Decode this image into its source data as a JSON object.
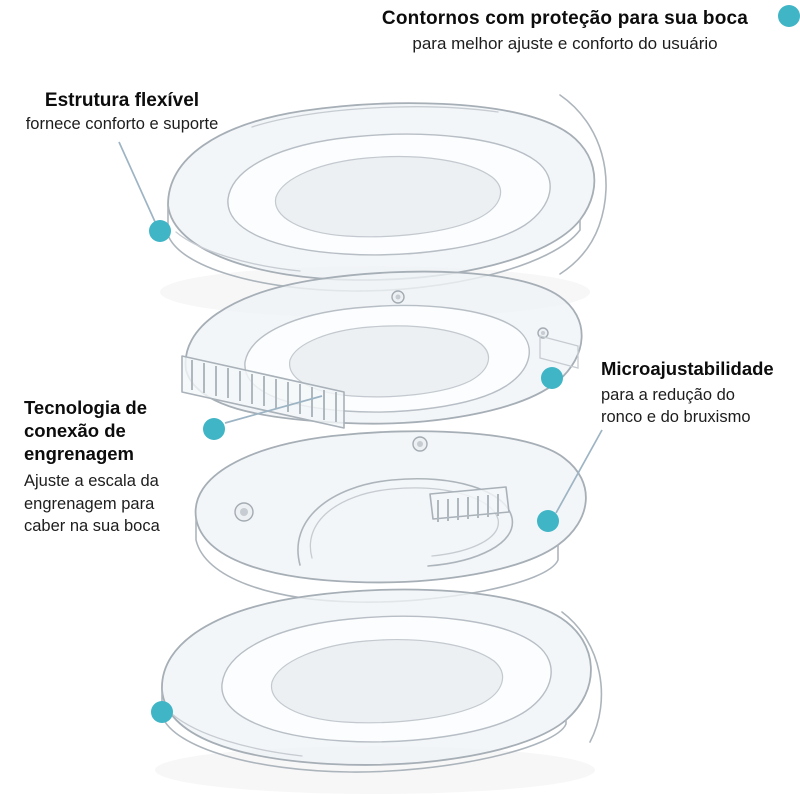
{
  "page": {
    "background": "#ffffff",
    "illustration_name": "exploded-anti-snoring-mouthguard"
  },
  "colors": {
    "accent_teal": "#3fb5c6",
    "connector_line": "#9db4c4",
    "line_art": "#adb5bc",
    "text": "#141414"
  },
  "callouts": {
    "contornos": {
      "title": "Contornos com proteção para sua boca",
      "body": "para melhor ajuste e conforto do usuário"
    },
    "estrutura": {
      "title": "Estrutura flexível",
      "body": "fornece conforto e suporte"
    },
    "tecnologia": {
      "title": "Tecnologia de\nconexão de\nengrenagem",
      "body": "Ajuste a escala da\nengrenagem para\ncaber na sua boca"
    },
    "micro": {
      "title": "Microajustabilidade",
      "body": "para a redução do\nronco e do bruxismo"
    }
  },
  "markers": {
    "style": "filled-circle",
    "color": "#3fb5c6",
    "items": [
      "marker-dot-contornos",
      "marker-dot-estrutura",
      "marker-dot-tecnologia",
      "marker-dot-microajuste-upper",
      "marker-dot-microajuste-lower",
      "marker-dot-base"
    ]
  }
}
